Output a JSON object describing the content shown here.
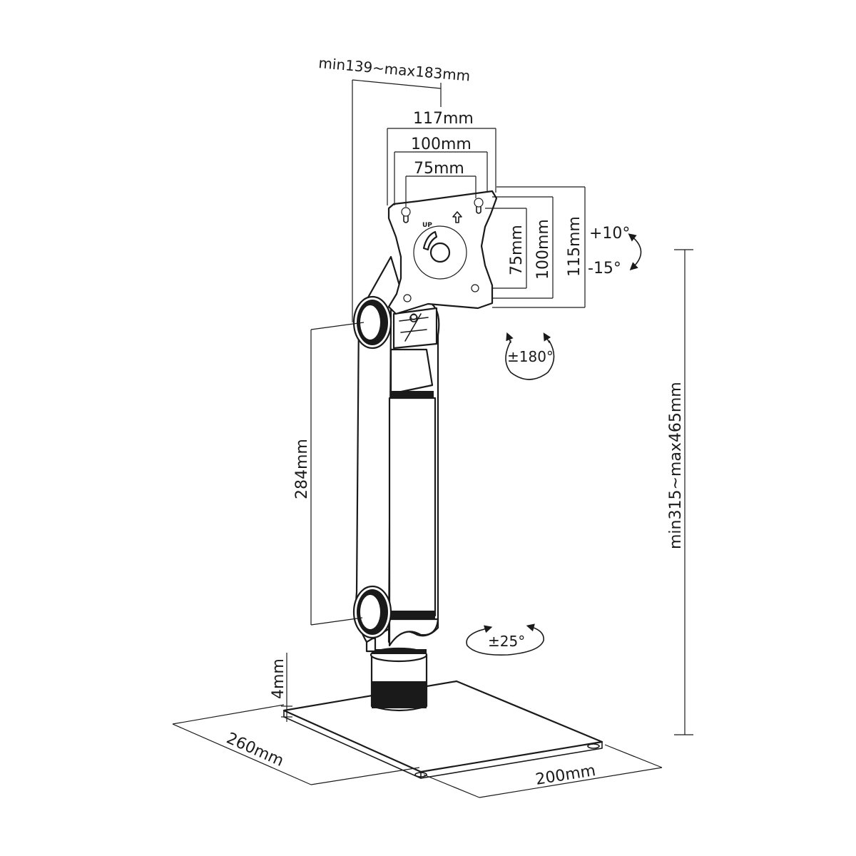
{
  "dimensions": {
    "arm_extension": "min139~max183mm",
    "vesa_outer_width": "117mm",
    "vesa_100_width": "100mm",
    "vesa_75_width": "75mm",
    "vesa_75_height": "75mm",
    "vesa_100_height": "100mm",
    "vesa_outer_height": "115mm",
    "arm_length": "284mm",
    "total_height": "min315~max465mm",
    "base_thickness": "4mm",
    "base_depth": "260mm",
    "base_width": "200mm"
  },
  "angles": {
    "tilt_up": "+10°",
    "tilt_down": "-15°",
    "rotation": "±180°",
    "swivel": "±25°"
  },
  "plate": {
    "up_label": "UP"
  },
  "colors": {
    "line": "#1a1a1a",
    "background": "#ffffff"
  }
}
